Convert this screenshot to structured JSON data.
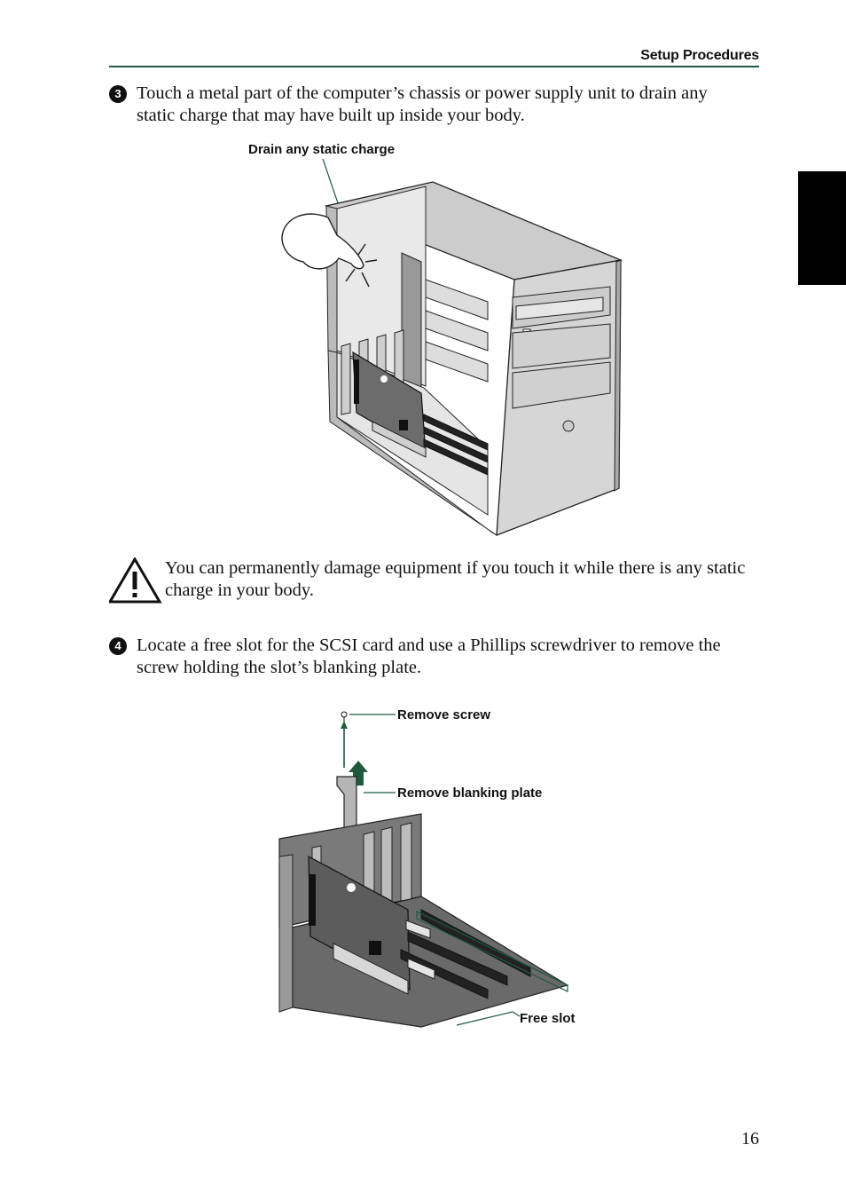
{
  "header": {
    "title": "Setup Procedures"
  },
  "steps": [
    {
      "number": "3",
      "text": "Touch a metal part of the computer’s chassis or power supply unit to drain any static charge that may have built up inside your body."
    },
    {
      "number": "4",
      "text": "Locate a free slot for the SCSI card and use a Phillips screwdriver to remove the screw holding the slot’s blanking plate."
    }
  ],
  "caution": {
    "text": "You can permanently damage equipment if you touch it while there is any static charge in your body."
  },
  "figure1": {
    "label": "Drain any static charge"
  },
  "figure2": {
    "label_screw": "Remove screw",
    "label_plate": "Remove blanking plate",
    "label_slot": "Free slot"
  },
  "page_number": "16"
}
